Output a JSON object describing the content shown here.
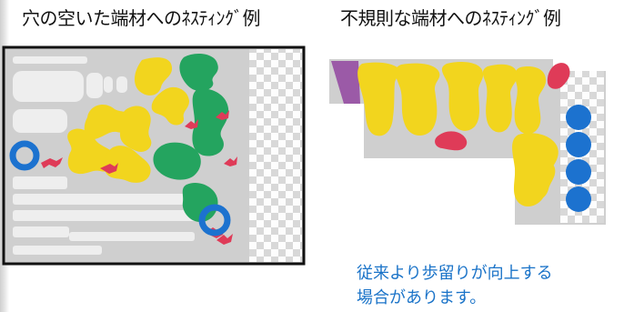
{
  "page": {
    "left_title": "穴の空いた端材へのﾈｽﾃｨﾝｸﾞ例",
    "right_title": "不規則な端材へのﾈｽﾃｨﾝｸﾞ例",
    "note_line_1": "従来より歩留りが向上する",
    "note_line_2": "場合があります。"
  },
  "colors": {
    "frame": "#111111",
    "board": "#cfcfcf",
    "slot": "#eeeeee",
    "checker_light": "#fdfdfd",
    "checker_dark": "#d8d8d8",
    "yellow": "#f2d51e",
    "green": "#24a45f",
    "blue": "#1c72cf",
    "purple": "#9b5aa7",
    "red": "#df3b58",
    "text": "#111111",
    "accent_text": "#1a73c8"
  }
}
